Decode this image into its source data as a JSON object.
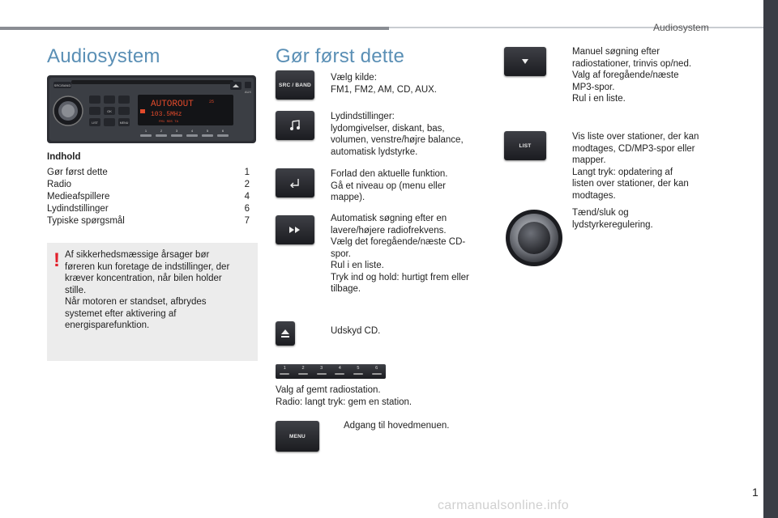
{
  "header": {
    "section_title": "Audiosystem"
  },
  "page_number": "1",
  "left": {
    "title": "Audiosystem",
    "radio": {
      "src_band_label": "SRC/BAND",
      "display_text": "AUTOROUT",
      "display_freq": "103.5MHz",
      "display_sub": "FM1   RDS      TA",
      "display_right": "25",
      "aux_label": "AUX",
      "ok_label": "OK",
      "list_label": "LIST",
      "menu_label": "MENU",
      "presets": [
        "1",
        "2",
        "3",
        "4",
        "5",
        "6"
      ]
    },
    "toc_heading": "Indhold",
    "toc": [
      {
        "label": "Gør først dette",
        "page": "1"
      },
      {
        "label": "Radio",
        "page": "2"
      },
      {
        "label": "Medieafspillere",
        "page": "4"
      },
      {
        "label": "Lydindstillinger",
        "page": "6"
      },
      {
        "label": "Typiske spørgsmål",
        "page": "7"
      }
    ],
    "warning": {
      "mark": "!",
      "lines": [
        "Af sikkerhedsmæssige årsager bør",
        "føreren kun foretage de indstillinger, der",
        "kræver koncentration, når bilen holder",
        "stille.",
        "Når motoren er standset, afbrydes",
        "systemet efter aktivering af",
        "energisparefunktion."
      ]
    }
  },
  "middle": {
    "title": "Gør først dette",
    "items": {
      "src": {
        "button": "SRC / BAND",
        "lines": [
          "Vælg kilde:",
          "FM1, FM2, AM, CD, AUX."
        ]
      },
      "sound": {
        "icon": "music-note-icon",
        "lines": [
          "Lydindstillinger:",
          "lydomgivelser, diskant, bas,",
          "volumen, venstre/højre balance,",
          "automatisk lydstyrke."
        ]
      },
      "back": {
        "icon": "back-arrow-icon",
        "lines": [
          "Forlad den aktuelle funktion.",
          "Gå et niveau op (menu eller",
          "mappe)."
        ]
      },
      "seek": {
        "icon": "fast-forward-icon",
        "lines": [
          "Automatisk søgning efter en",
          "lavere/højere radiofrekvens.",
          "Vælg det foregående/næste CD-",
          "spor.",
          "Rul i en liste.",
          "Tryk ind og hold: hurtigt frem eller",
          "tilbage."
        ]
      },
      "eject": {
        "icon": "eject-icon",
        "lines": [
          "Udskyd CD."
        ]
      },
      "presets": {
        "labels": [
          "1",
          "2",
          "3",
          "4",
          "5",
          "6"
        ],
        "lines": [
          "Valg af gemt radiostation.",
          "Radio: langt tryk: gem en station."
        ]
      },
      "menu": {
        "button": "MENU",
        "lines": [
          "Adgang til hovedmenuen."
        ]
      }
    }
  },
  "right": {
    "items": {
      "down": {
        "icon": "down-triangle-icon",
        "lines": [
          "Manuel søgning efter",
          "radiostationer, trinvis op/ned.",
          "Valg af foregående/næste",
          "MP3-spor.",
          "Rul i en liste."
        ]
      },
      "list": {
        "button": "LIST",
        "lines": [
          "Vis liste over stationer, der kan",
          "modtages, CD/MP3-spor eller",
          "mapper.",
          "Langt tryk: opdatering af",
          "listen over stationer, der kan",
          "modtages."
        ]
      },
      "knob": {
        "icon": "volume-knob-icon",
        "lines": [
          "Tænd/sluk og",
          "lydstyrkeregulering."
        ]
      }
    }
  },
  "watermark": "carmanualsonline.info",
  "colors": {
    "title_blue": "#5a8fb5",
    "warning_red": "#e2202b",
    "button_dark": "#1b1c20"
  }
}
